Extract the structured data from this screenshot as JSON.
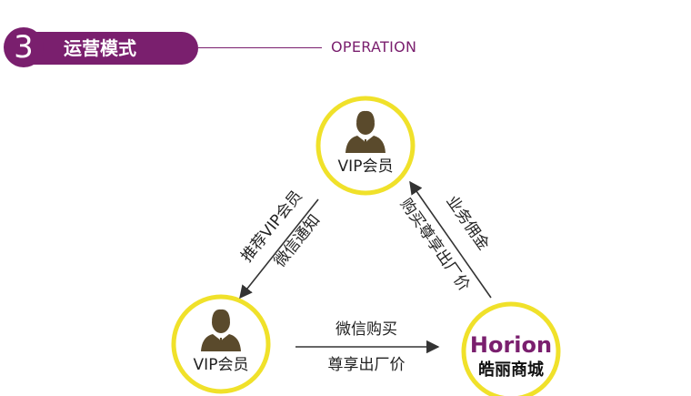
{
  "header": {
    "number": "3",
    "title": "运营模式",
    "subtitle_en": "OPERATION"
  },
  "colors": {
    "accent": "#7a1f6e",
    "ring": "#f0e12a",
    "arrow": "#333333",
    "figure": "#5a4a2c"
  },
  "nodes": {
    "top_label": "VIP会员",
    "left_label": "VIP会员",
    "brand_logo": "Horion",
    "brand_name": "皓丽商城"
  },
  "edges": {
    "left_line1": "推荐VIP会员",
    "left_line2": "微信通知",
    "right_line1": "业务佣金",
    "right_line2": "购买尊享出厂价",
    "bottom_line1": "微信购买",
    "bottom_line2": "尊享出厂价"
  }
}
